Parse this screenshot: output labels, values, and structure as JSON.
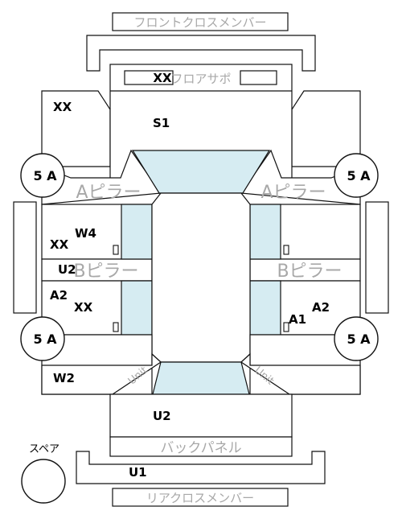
{
  "colors": {
    "glass": "#d6ecf2",
    "outline": "#111111",
    "faint_text": "#a8a8a8",
    "bold_text": "#000000"
  },
  "labels": {
    "front_cross_member": "フロントクロスメンバー",
    "floor_support": "フロアサポ",
    "floor_support_code": "XX",
    "rear_cross_member": "リアクロスメンバー",
    "back_panel": "バックパネル",
    "a_pillar_left": "Aピラー",
    "a_pillar_right": "Aピラー",
    "b_pillar_left": "Bピラー",
    "b_pillar_right": "Bピラー",
    "spare": "スペア",
    "unit_left": "Unit",
    "unit_right": "Unit"
  },
  "codes": {
    "front_left": "XX",
    "front_center": "S1",
    "left_w4": "W4",
    "left_xx_upper": "XX",
    "left_u2": "U2",
    "left_a2": "A2",
    "left_xx_lower": "XX",
    "rear_left_w2": "W2",
    "rear_center_u2": "U2",
    "rear_u1": "U1",
    "right_a1": "A1",
    "right_a2": "A2"
  },
  "wheels": {
    "front_left": "5 A",
    "front_right": "5 A",
    "rear_left": "5 A",
    "rear_right": "5 A"
  }
}
